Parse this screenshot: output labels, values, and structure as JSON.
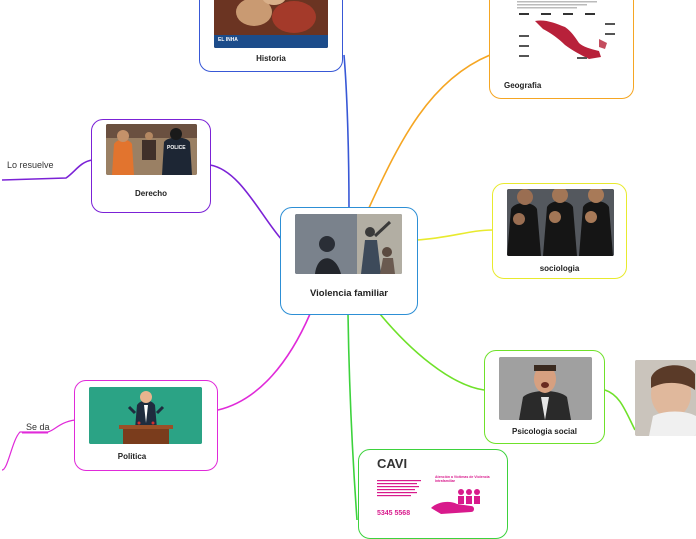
{
  "central": {
    "label": "Violencia familiar"
  },
  "nodes": {
    "historia": {
      "label": "Historia",
      "caption": "EL INHA"
    },
    "geografia": {
      "label": "Geografia"
    },
    "derecho": {
      "label": "Derecho",
      "police_text": "POLICE"
    },
    "sociologia": {
      "label": "sociologia"
    },
    "psicologia": {
      "label": "Psicologia social"
    },
    "politica": {
      "label": "Politica"
    },
    "cavi": {
      "label": "",
      "title": "CAVI",
      "phone": "5345 5568",
      "subtitle": "Atención a Víctimas de Violencia Intrafamiliar"
    }
  },
  "free_labels": {
    "lo_resuelve": "Lo resuelve",
    "se_da": "Se da"
  },
  "colors": {
    "central": "#2d8fd5",
    "historia": "#3858d6",
    "geografia": "#f5a623",
    "derecho": "#7b22d6",
    "sociologia": "#e8ea2e",
    "psicologia": "#6fe12a",
    "politica": "#e02ad9",
    "cavi": "#3dd23d"
  }
}
